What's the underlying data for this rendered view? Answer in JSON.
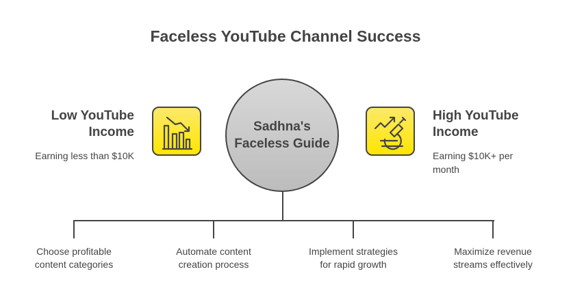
{
  "title": "Faceless YouTube Channel Success",
  "center": {
    "line1": "Sadhna's",
    "line2": "Faceless Guide"
  },
  "left": {
    "heading_line1": "Low YouTube",
    "heading_line2": "Income",
    "sub": "Earning less than $10K",
    "icon": "declining-chart-icon"
  },
  "right": {
    "heading_line1": "High YouTube",
    "heading_line2": "Income",
    "sub_line1": "Earning $10K+ per",
    "sub_line2": "month",
    "icon": "growth-microscope-icon"
  },
  "steps": [
    {
      "line1": "Choose profitable",
      "line2": "content categories"
    },
    {
      "line1": "Automate content",
      "line2": "creation process"
    },
    {
      "line1": "Implement strategies",
      "line2": "for rapid growth"
    },
    {
      "line1": "Maximize revenue",
      "line2": "streams effectively"
    }
  ],
  "colors": {
    "accent": "#ffe600",
    "stroke": "#444444",
    "circle": "#cccccc"
  }
}
